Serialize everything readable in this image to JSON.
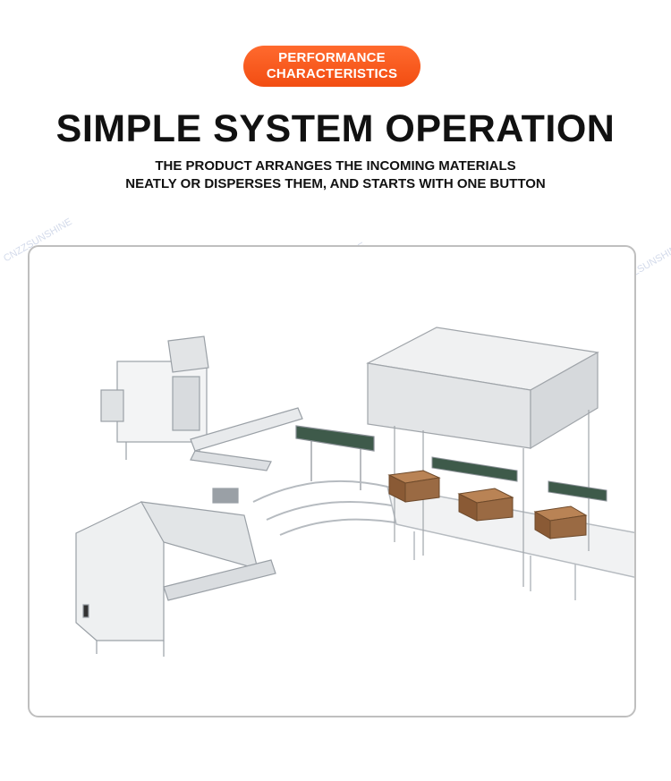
{
  "badge": {
    "line1": "PERFORMANCE",
    "line2": "CHARACTERISTICS",
    "color": "#f2551a"
  },
  "heading": {
    "title": "SIMPLE SYSTEM OPERATION"
  },
  "description": {
    "line1": "THE PRODUCT ARRANGES THE INCOMING MATERIALS",
    "line2": "NEATLY OR DISPERSES THEM, AND STARTS WITH ONE BUTTON"
  },
  "watermark": {
    "text": "CNZZSUNSHINE"
  },
  "colors": {
    "belt": "#3e5a4a",
    "box": "#9a6a43",
    "machine": "#e6e8ea"
  }
}
